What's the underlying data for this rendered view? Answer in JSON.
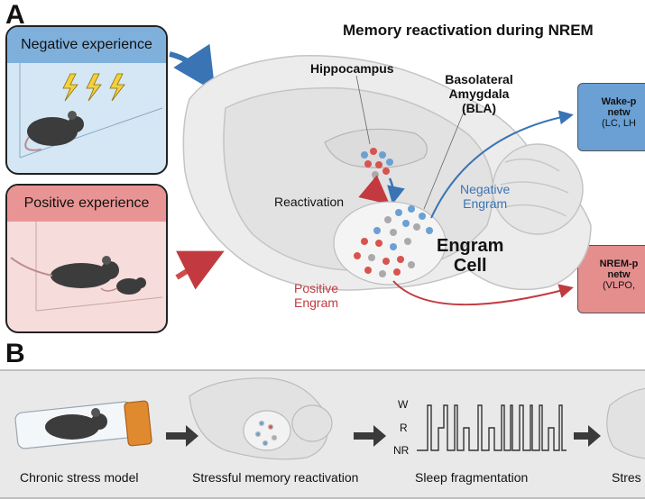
{
  "panel_a": {
    "letter": "A",
    "title": "Memory reactivation during NREM",
    "negative_experience": "Negative experience",
    "positive_experience": "Positive experience",
    "hippocampus": "Hippocampus",
    "bla_line1": "Basolateral",
    "bla_line2": "Amygdala",
    "bla_line3": "(BLA)",
    "reactivation": "Reactivation",
    "negative_engram_line1": "Negative",
    "negative_engram_line2": "Engram",
    "positive_engram_line1": "Positive",
    "positive_engram_line2": "Engram",
    "engram_cell_line1": "Engram",
    "engram_cell_line2": "Cell",
    "wake_box_line1": "Wake-p",
    "wake_box_line2": "netw",
    "wake_box_line3": "(LC, LH",
    "nrem_box_line1": "NREM-p",
    "nrem_box_line2": "netw",
    "nrem_box_line3": "(VLPO,"
  },
  "panel_b": {
    "letter": "B",
    "step1": "Chronic stress model",
    "step2": "Stressful memory reactivation",
    "step3": "Sleep fragmentation",
    "step4": "Stres",
    "sleep_axis": [
      "W",
      "R",
      "NR"
    ]
  },
  "colors": {
    "negative_blue": "#3a74b4",
    "positive_red": "#c23a3f",
    "negative_box_bg": "#d5e7f4",
    "negative_box_head": "#7fb0dc",
    "positive_box_bg": "#f7dcdc",
    "positive_box_head": "#e99494",
    "wake_box": "#6aa0d4",
    "nrem_box": "#e48e8e"
  },
  "icons": [
    "lightning-icon",
    "mouse-icon",
    "brain-icon",
    "falcon-tube-icon",
    "arrow-icon"
  ]
}
